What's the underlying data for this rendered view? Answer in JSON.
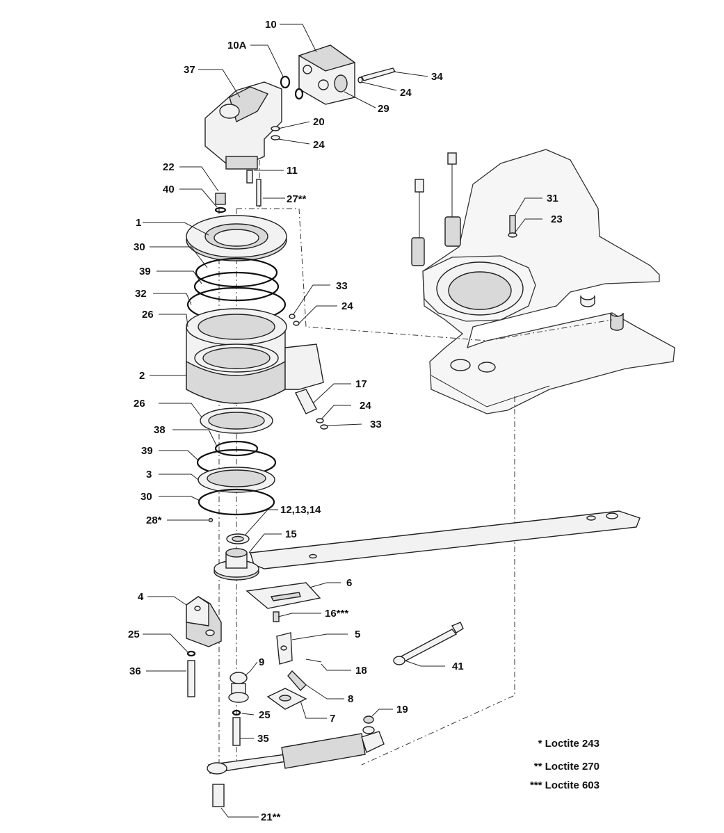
{
  "labels": {
    "p10": "10",
    "p10a": "10A",
    "p37": "37",
    "p34": "34",
    "p24a": "24",
    "p29": "29",
    "p20": "20",
    "p24b": "24",
    "p22": "22",
    "p11": "11",
    "p40": "40",
    "p27": "27**",
    "p1": "1",
    "p31": "31",
    "p23": "23",
    "p30a": "30",
    "p39a": "39",
    "p33a": "33",
    "p32": "32",
    "p24c": "24",
    "p26a": "26",
    "p2": "2",
    "p17": "17",
    "p26b": "26",
    "p24d": "24",
    "p33b": "33",
    "p38": "38",
    "p39b": "39",
    "p3": "3",
    "p30b": "30",
    "p28": "28*",
    "p121314": "12,13,14",
    "p15": "15",
    "p6": "6",
    "p4": "4",
    "p16": "16***",
    "p25a": "25",
    "p5": "5",
    "p36": "36",
    "p9": "9",
    "p18": "18",
    "p41": "41",
    "p8": "8",
    "p25b": "25",
    "p7": "7",
    "p19": "19",
    "p35": "35",
    "p21": "21**"
  },
  "notes": {
    "loctite243": "* Loctite 243",
    "loctite270": "** Loctite 270",
    "loctite603": "*** Loctite 603"
  }
}
